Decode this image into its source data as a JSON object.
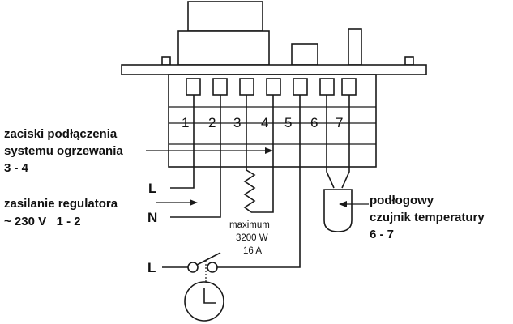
{
  "terminals": [
    "1",
    "2",
    "3",
    "4",
    "5",
    "6",
    "7"
  ],
  "heating": {
    "line1": "zaciski podłączenia",
    "line2": "systemu ogrzewania",
    "line3": "3 - 4"
  },
  "supply": {
    "line1": "zasilanie regulatora",
    "line2": "~ 230 V   1 - 2"
  },
  "sensor": {
    "line1": "podłogowy",
    "line2": "czujnik temperatury",
    "line3": "6 - 7"
  },
  "load": {
    "line1": "maximum",
    "line2": "3200 W",
    "line3": "16 A"
  },
  "letters": {
    "L_top": "L",
    "N": "N",
    "L_bottom": "L"
  }
}
